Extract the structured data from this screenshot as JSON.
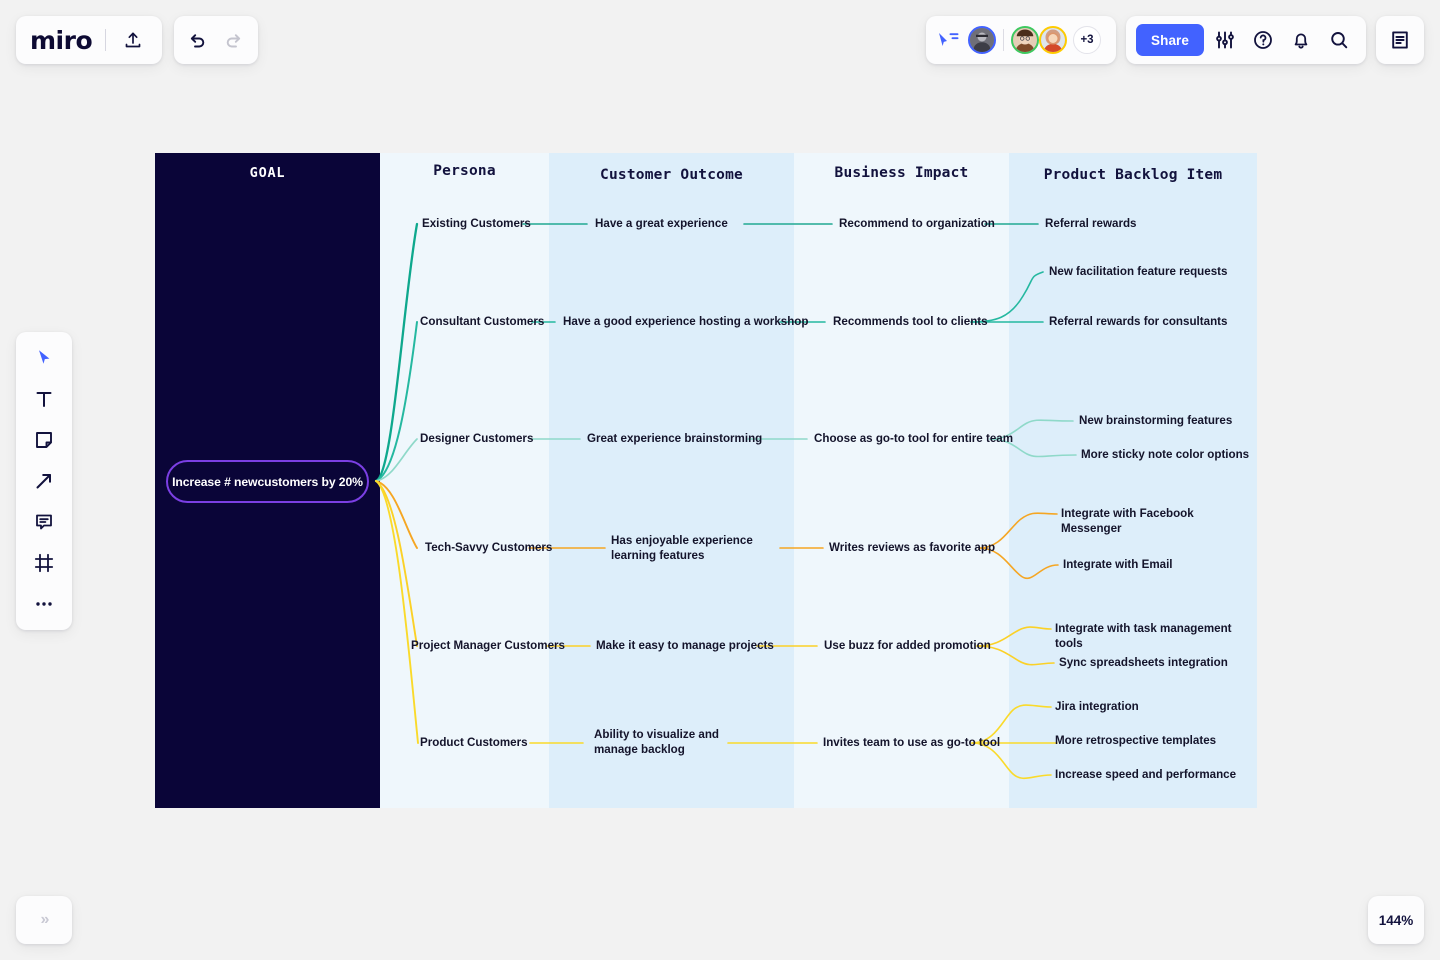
{
  "app": {
    "brand": "miro",
    "zoom_level": "144%",
    "collaborator_overflow": "+3"
  },
  "toolbar_left": {
    "upload_icon": "upload-icon",
    "undo_icon": "undo-icon",
    "redo_icon": "redo-icon"
  },
  "toolbar_right": {
    "share_label": "Share",
    "cursor_icon": "cursor-chat-icon",
    "settings_icon": "sliders-icon",
    "help_icon": "question-circle-icon",
    "notifications_icon": "bell-icon",
    "search_icon": "search-icon",
    "sidepanel_icon": "document-panel-icon"
  },
  "tool_rail": {
    "items": [
      {
        "name": "select-tool",
        "icon": "cursor-arrow-icon"
      },
      {
        "name": "text-tool",
        "icon": "text-t-icon"
      },
      {
        "name": "sticky-tool",
        "icon": "sticky-note-icon"
      },
      {
        "name": "arrow-tool",
        "icon": "arrow-diagonal-icon"
      },
      {
        "name": "comment-tool",
        "icon": "comment-bubble-icon"
      },
      {
        "name": "frame-tool",
        "icon": "frame-icon"
      },
      {
        "name": "more-tool",
        "icon": "ellipsis-icon"
      }
    ]
  },
  "bottom_bar": {
    "collapse_icon": "double-chevron-right-icon"
  },
  "board": {
    "columns": [
      {
        "key": "goal",
        "title": "GOAL",
        "bg": "#0a0538"
      },
      {
        "key": "persona",
        "title": "Persona",
        "bg": "#eff7fc"
      },
      {
        "key": "outcome",
        "title": "Customer Outcome",
        "bg": "#ddeefa"
      },
      {
        "key": "impact",
        "title": "Business Impact",
        "bg": "#eff7fc"
      },
      {
        "key": "backlog",
        "title": "Product Backlog Item",
        "bg": "#ddeefa"
      }
    ],
    "goal_node": {
      "label": "Increase # newcustomers by 20%",
      "border_color": "#7b3fe4",
      "fill_color": "#0a0538"
    },
    "branch_colors": {
      "existing": "#0ea88d",
      "consultant": "#25b8a0",
      "designer": "#8fd9c9",
      "techsavvy": "#f5a623",
      "projectmanager": "#fbd127",
      "product": "#fada2a"
    },
    "branches": [
      {
        "id": "existing",
        "color": "#0ea88d",
        "persona": "Existing Customers",
        "outcome": "Have a great experience",
        "impact": "Recommend to organization",
        "backlog": [
          "Referral rewards"
        ]
      },
      {
        "id": "consultant",
        "color": "#25b8a0",
        "persona": "Consultant Customers",
        "outcome": "Have a good experience hosting a workshop",
        "impact": "Recommends tool to clients",
        "backlog": [
          "New facilitation feature requests",
          "Referral rewards for consultants"
        ]
      },
      {
        "id": "designer",
        "color": "#8fd9c9",
        "persona": "Designer Customers",
        "outcome": "Great experience brainstorming",
        "impact": "Choose as go-to tool for entire team",
        "backlog": [
          "New brainstorming features",
          "More sticky note color options"
        ]
      },
      {
        "id": "techsavvy",
        "color": "#f5a623",
        "persona": "Tech-Savvy Customers",
        "outcome": "Has enjoyable experience\nlearning features",
        "impact": "Writes reviews as favorite app",
        "backlog": [
          "Integrate with Facebook Messenger",
          "Integrate with Email"
        ]
      },
      {
        "id": "projectmanager",
        "color": "#fbd127",
        "persona": "Project Manager Customers",
        "outcome": "Make it easy to manage projects",
        "impact": "Use buzz for added promotion",
        "backlog": [
          "Integrate with task management tools",
          "Sync spreadsheets integration"
        ]
      },
      {
        "id": "product",
        "color": "#fada2a",
        "persona": "Product Customers",
        "outcome": "Ability to visualize and\nmanage backlog",
        "impact": "Invites team to use as go-to tool",
        "backlog": [
          "Jira integration",
          "More retrospective templates",
          "Increase speed and performance"
        ]
      }
    ]
  }
}
